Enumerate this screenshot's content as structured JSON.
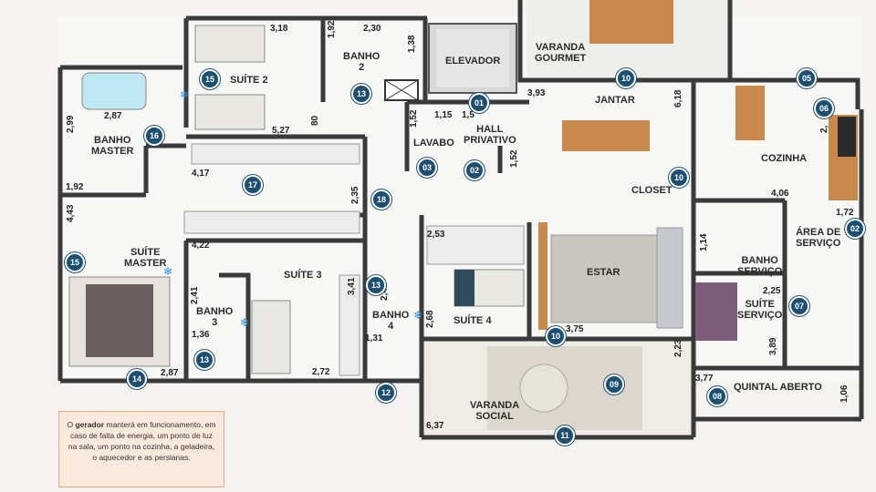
{
  "rooms": {
    "suite2": "SUÍTE 2",
    "banho2_a": "BANHO",
    "banho2_b": "2",
    "elevador": "ELEVADOR",
    "varanda_gourmet_a": "VARANDA",
    "varanda_gourmet_b": "GOURMET",
    "jantar": "JANTAR",
    "banho_master_a": "BANHO",
    "banho_master_b": "MASTER",
    "lavabo": "LAVABO",
    "hall_a": "HALL",
    "hall_b": "PRIVATIVO",
    "cozinha": "COZINHA",
    "closet": "CLOSET",
    "area_servico_a": "ÁREA DE",
    "area_servico_b": "SERVIÇO",
    "suite_master_a": "SUÍTE",
    "suite_master_b": "MASTER",
    "estar": "ESTAR",
    "banho_servico_a": "BANHO",
    "banho_servico_b": "SERVIÇO",
    "suite3": "SUÍTE 3",
    "banho3_a": "BANHO",
    "banho3_b": "3",
    "banho4_a": "BANHO",
    "banho4_b": "4",
    "suite4": "SUÍTE 4",
    "suite_servico_a": "SUÍTE",
    "suite_servico_b": "SERVIÇO",
    "quintal": "QUINTAL ABERTO",
    "varanda_social_a": "VARANDA",
    "varanda_social_b": "SOCIAL"
  },
  "dimensions": {
    "d318": "3,18",
    "d192a": "1,92",
    "d230": "2,30",
    "d138": "1,38",
    "d287a": "2,87",
    "d299": "2,99",
    "d527": "5,27",
    "d80": "80",
    "d152a": "1,52",
    "d115": "1,15",
    "d15": "1,5",
    "d152b": "1,52",
    "d393": "3,93",
    "d618": "6,18",
    "d192b": "1,92",
    "d417": "4,17",
    "d235": "2,35",
    "d406": "4,06",
    "d172": "1,72",
    "d2": "2,",
    "d443": "4,43",
    "d422": "4,22",
    "d253": "2,53",
    "d114": "1,14",
    "d225": "2,25",
    "d341": "3,41",
    "d241a": "2,41",
    "d241b": "2,41",
    "d268": "2,68",
    "d375": "3,75",
    "d223": "2,23",
    "d389": "3,89",
    "d136": "1,36",
    "d131": "1,31",
    "d287b": "2,87",
    "d272": "2,72",
    "d377": "3,77",
    "d106": "1,06",
    "d637": "6,37"
  },
  "markers": {
    "m10a": "10",
    "m05": "05",
    "m15a": "15",
    "m13a": "13",
    "m01": "01",
    "m06": "06",
    "m16": "16",
    "m03": "03",
    "m02a": "02",
    "m10b": "10",
    "m17": "17",
    "m18": "18",
    "m02b": "02",
    "m15b": "15",
    "m13b": "13",
    "m07": "07",
    "m10c": "10",
    "m13c": "13",
    "m09": "09",
    "m14": "14",
    "m12": "12",
    "m08": "08",
    "m11": "11"
  },
  "note": {
    "p1": "O ",
    "bold": "gerador",
    "p2": " manterá em funcionamento, em caso de falta de energia, um ponto de luz na sala, um ponto na cozinha, a geladeira, o aquecedor e as persianas."
  },
  "colors": {
    "wall": "#3a3a3a",
    "floor": "#f7f7f5",
    "wood": "#c8894a",
    "marker": "#1d4f72",
    "note_bg": "#fbe9dc",
    "ac": "#2f8fd6"
  }
}
